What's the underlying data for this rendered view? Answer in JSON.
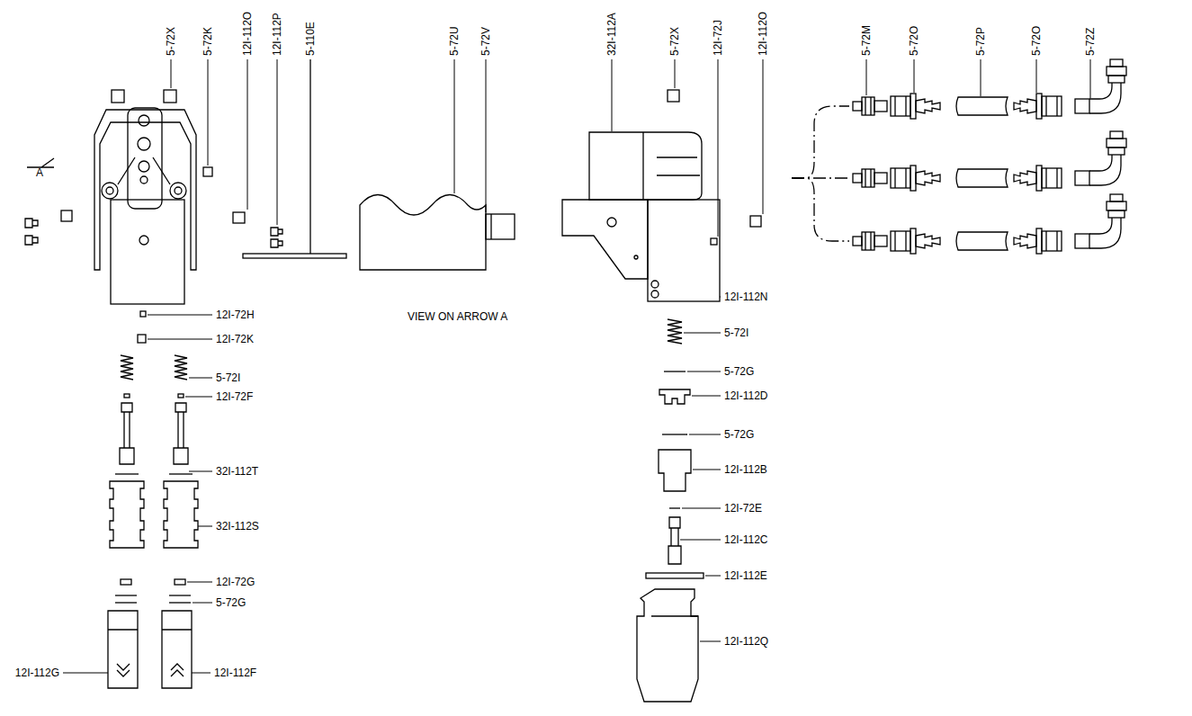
{
  "diagram": {
    "labels": [
      "5-72X",
      "5-72K",
      "12I-112O",
      "12I-112P",
      "5-110E",
      "5-72U",
      "5-72V",
      "32I-112A",
      "5-72X",
      "12I-72J",
      "12I-112O",
      "5-72M",
      "5-72O",
      "5-72P",
      "5-72O",
      "5-72Z",
      "A",
      "VIEW ON ARROW A",
      "12I-72H",
      "12I-72K",
      "5-72I",
      "12I-72F",
      "32I-112T",
      "32I-112S",
      "12I-72G",
      "5-72G",
      "12I-112G",
      "12I-112F",
      "12I-112N",
      "5-72I",
      "5-72G",
      "12I-112D",
      "5-72G",
      "12I-112B",
      "12I-72E",
      "12I-112C",
      "12I-112E",
      "12I-112Q"
    ]
  }
}
